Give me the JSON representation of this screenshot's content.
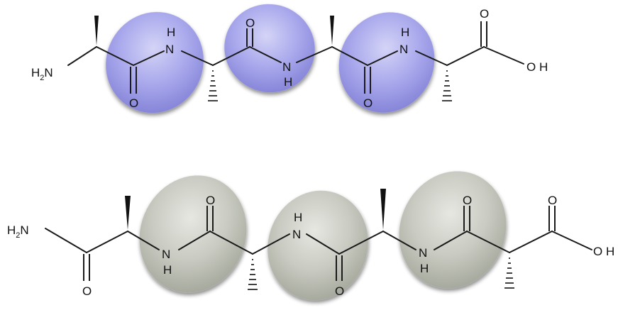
{
  "top_molecule": {
    "highlight_color": "#8f8ee0",
    "labels": {
      "n_terminal": "H2N",
      "n_terminal_main": "H",
      "n_terminal_sub": "2",
      "n_terminal_tail": "N",
      "nh1_n": "N",
      "nh1_h": "H",
      "o1": "O",
      "o2": "O",
      "nh2_n": "N",
      "nh2_h": "H",
      "nh3_n": "N",
      "nh3_h": "H",
      "o3": "O",
      "o4": "O",
      "oh": "O H"
    }
  },
  "bottom_molecule": {
    "highlight_color": "#b9bcb1",
    "labels": {
      "n_terminal_main": "H",
      "n_terminal_sub": "2",
      "n_terminal_tail": "N",
      "o1": "O",
      "nh1_n": "N",
      "nh1_h": "H",
      "o2": "O",
      "nh2_n": "N",
      "nh2_h": "H",
      "o3": "O",
      "o4": "O",
      "nh3_n": "N",
      "nh3_h": "H",
      "o5": "O",
      "oh": "O H"
    }
  }
}
